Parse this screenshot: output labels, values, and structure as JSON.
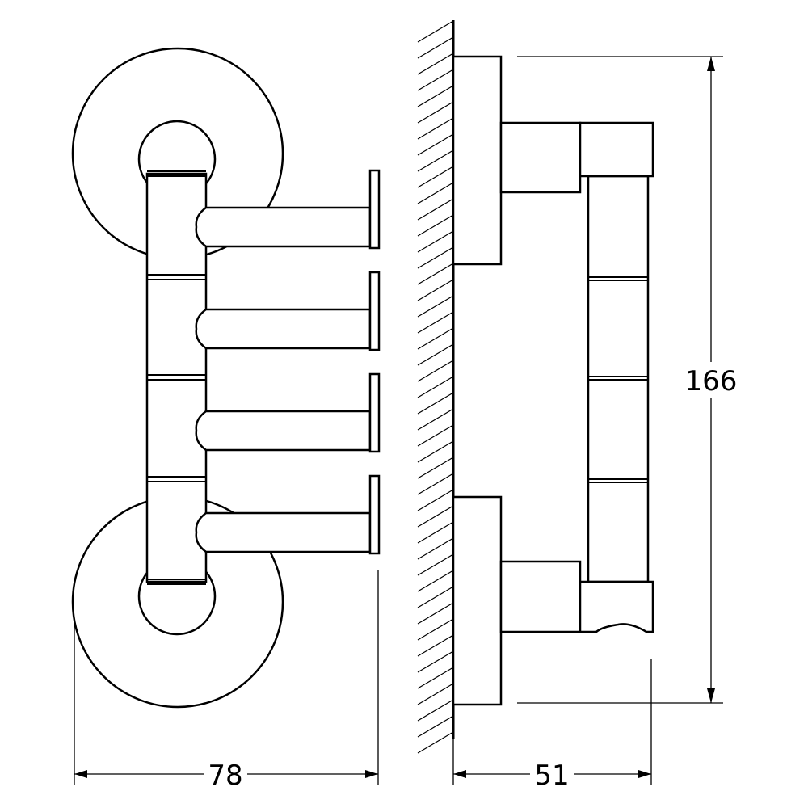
{
  "drawing": {
    "front_view": {
      "width_dimension": "78",
      "arm_count": 4
    },
    "side_view": {
      "depth_dimension": "51",
      "height_dimension": "166"
    },
    "colors": {
      "line": "#000000",
      "background": "#ffffff"
    }
  }
}
